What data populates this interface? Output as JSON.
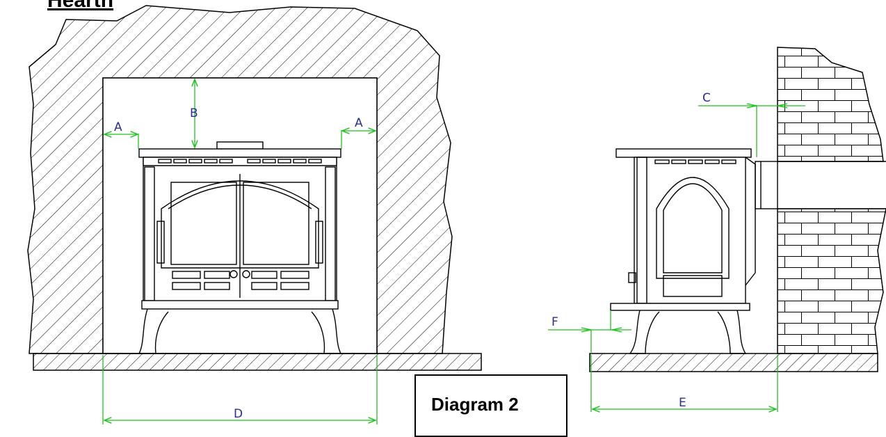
{
  "heading": "Hearth",
  "caption": "Diagram 2",
  "labels": {
    "a_left": "A",
    "a_right": "A",
    "b": "B",
    "c": "C",
    "d": "D",
    "e": "E",
    "f": "F"
  },
  "colors": {
    "dimension_line": "#1fc21f",
    "dimension_text": "#2b2b9a",
    "outline": "#000000"
  }
}
